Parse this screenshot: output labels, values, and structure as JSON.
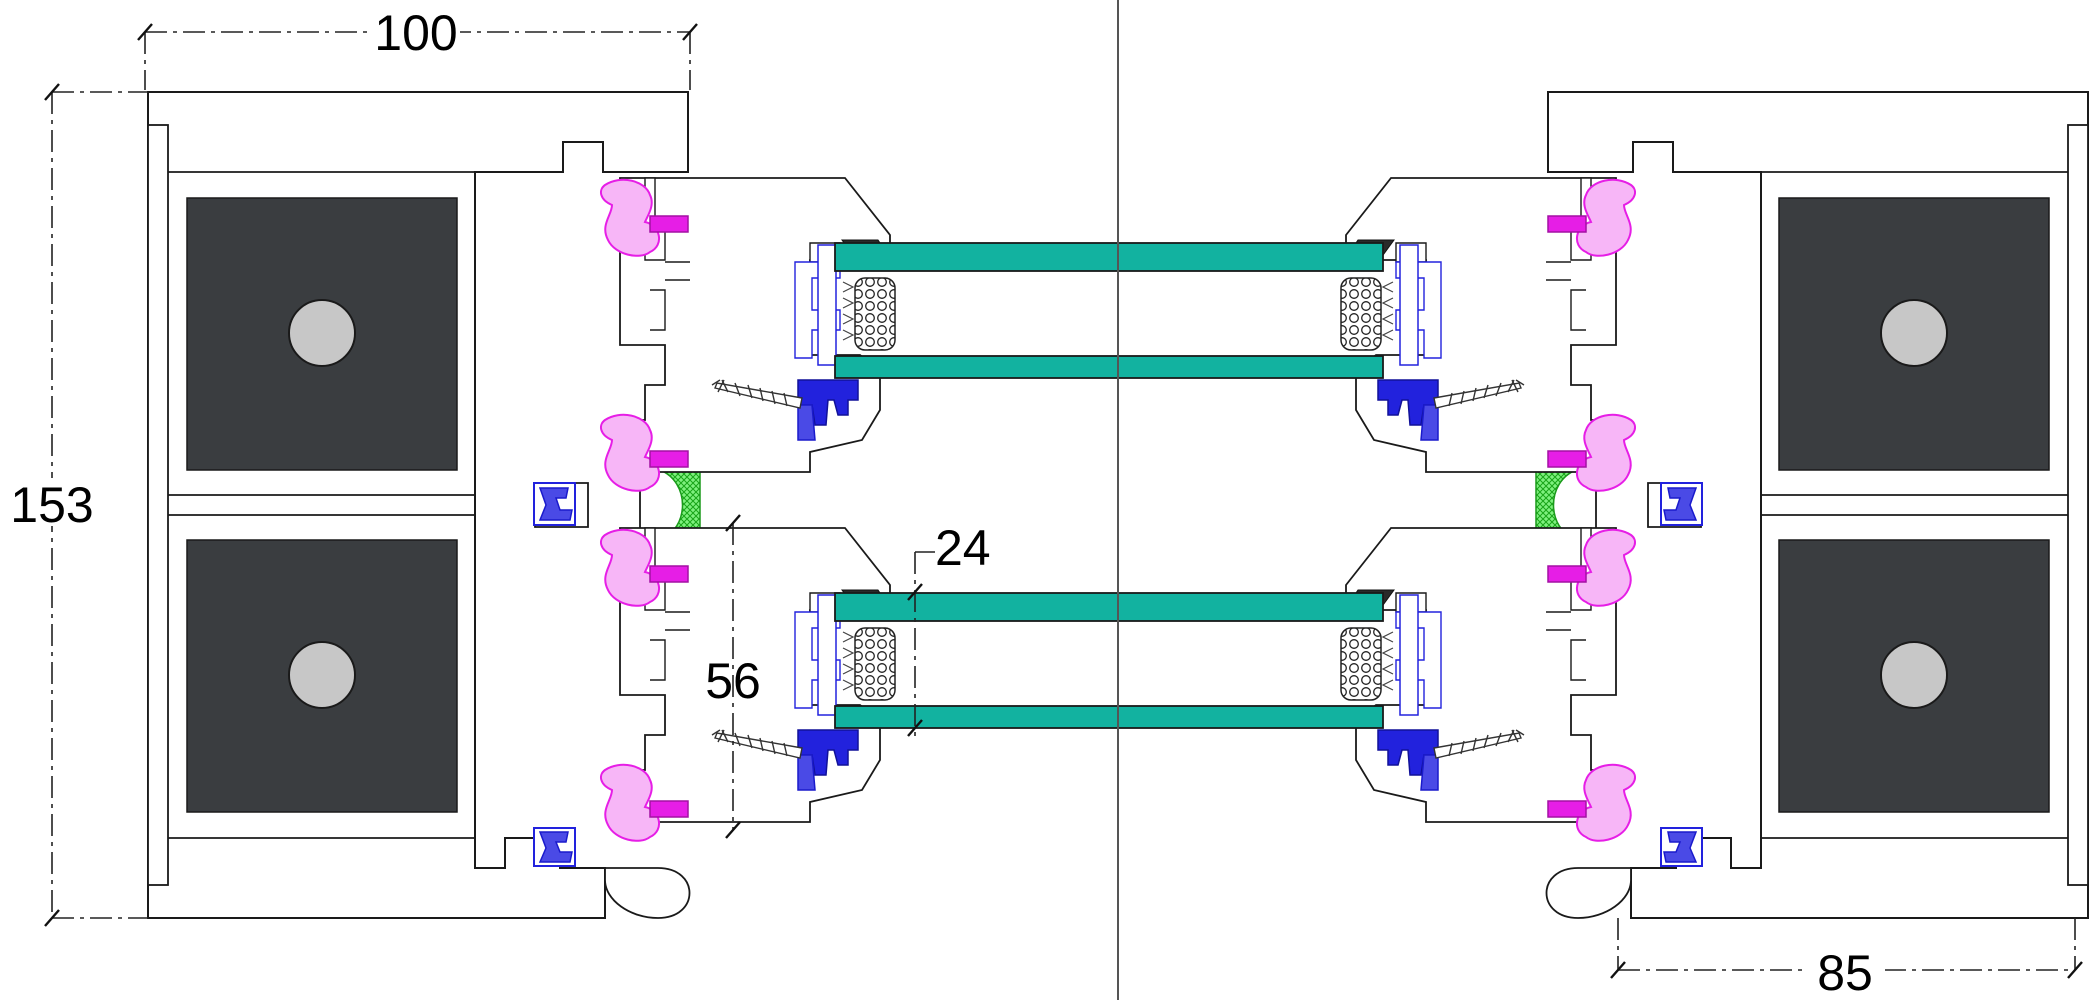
{
  "dimensions": {
    "top_width": "100",
    "left_height": "153",
    "sash_depth": "56",
    "glass_gap": "24",
    "bottom_right_width": "85"
  },
  "colors": {
    "frame_stroke": "#1a1a1a",
    "frame_fill": "#ffffff",
    "insulation_fill": "#3a3d40",
    "core_fill": "#c7c7c7",
    "glass_fill": "#12b2a0",
    "gasket_magenta": "#e61ee6",
    "gasket_blue": "#2222dd",
    "gasket_blue_light": "#4a4ae6",
    "sealant_green": "#4fe84f",
    "centerline": "#555555"
  }
}
